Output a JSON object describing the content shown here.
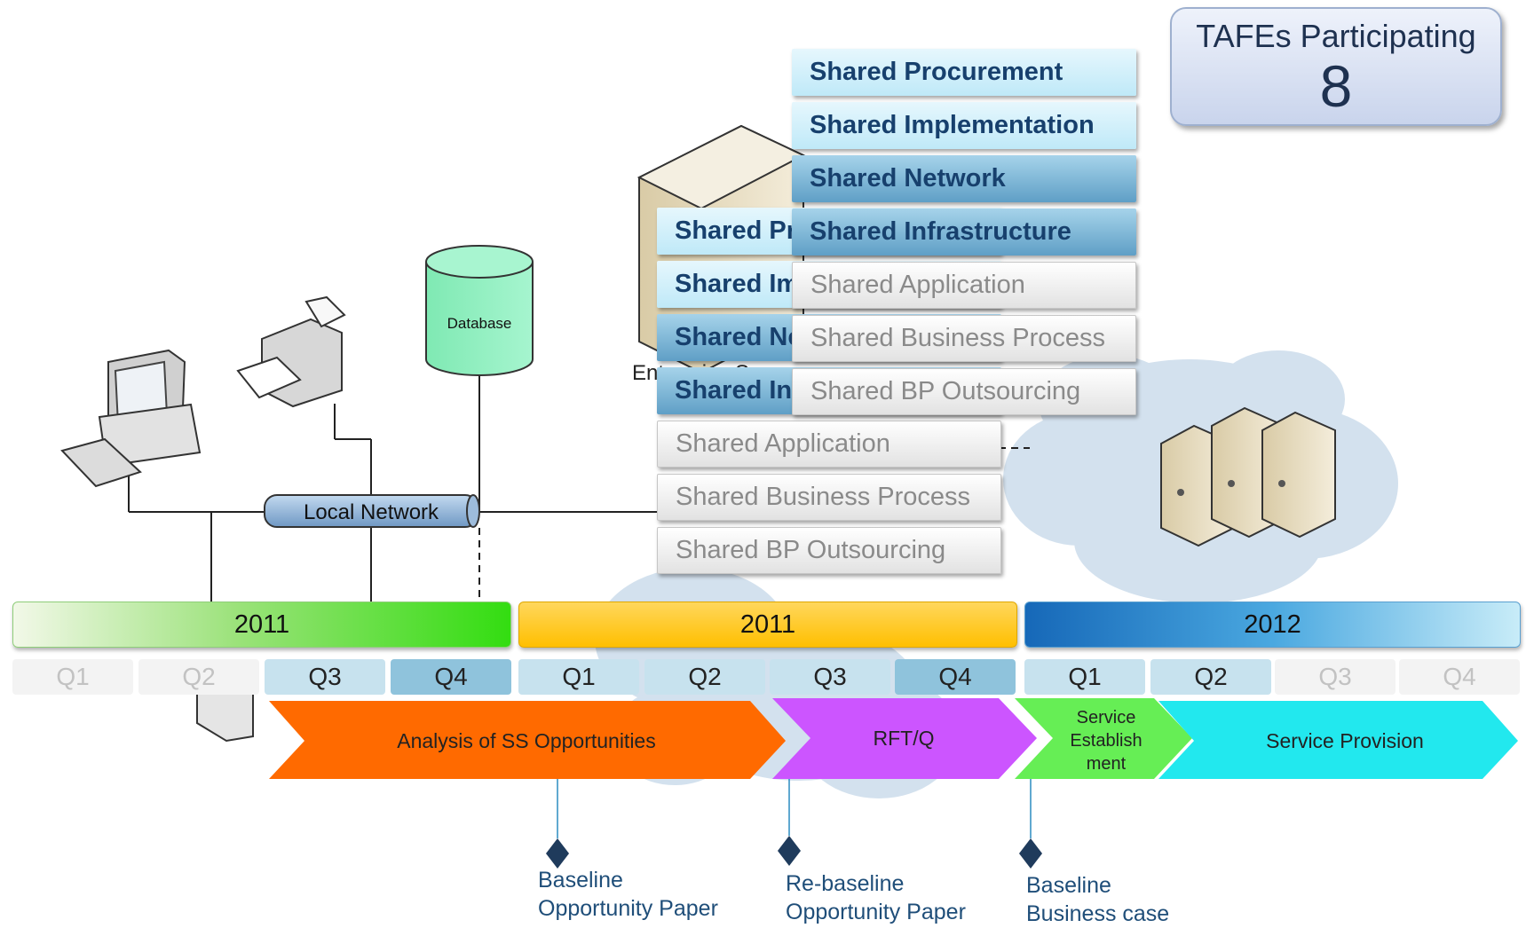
{
  "colors": {
    "dark_blue": "#17406d",
    "phase1": "#ff6a00",
    "phase2": "#cc66ff",
    "phase3": "#66ee66",
    "phase4": "#22eeee"
  },
  "tafes": {
    "label": "TAFEs Participating",
    "count": "8"
  },
  "network": {
    "database_label": "Database",
    "local_network_label": "Local Network",
    "server_label": "Enterprise Server"
  },
  "services_front": [
    "Shared Procurement",
    "Shared Implementation",
    "Shared Network",
    "Shared Infrastructure",
    "Shared Application",
    "Shared Business Process",
    "Shared BP Outsourcing"
  ],
  "services_back": [
    "Shared Pr",
    "Shared Im",
    "Shared Ne",
    "Shared Inf",
    "Shared Application",
    "Shared Business Process",
    "Shared BP Outsourcing"
  ],
  "timeline": {
    "years": [
      "2011",
      "2011",
      "2012"
    ],
    "quarters": [
      "Q1",
      "Q2",
      "Q3",
      "Q4",
      "Q1",
      "Q2",
      "Q3",
      "Q4",
      "Q1",
      "Q2",
      "Q3",
      "Q4"
    ],
    "phases": [
      "Analysis of SS Opportunities",
      "RFT/Q",
      "Service Establish ment",
      "Service Provision"
    ],
    "milestones": [
      {
        "line1": "Baseline",
        "line2": "Opportunity Paper"
      },
      {
        "line1": "Re-baseline",
        "line2": "Opportunity Paper"
      },
      {
        "line1": "Baseline",
        "line2": "Business case"
      }
    ]
  }
}
